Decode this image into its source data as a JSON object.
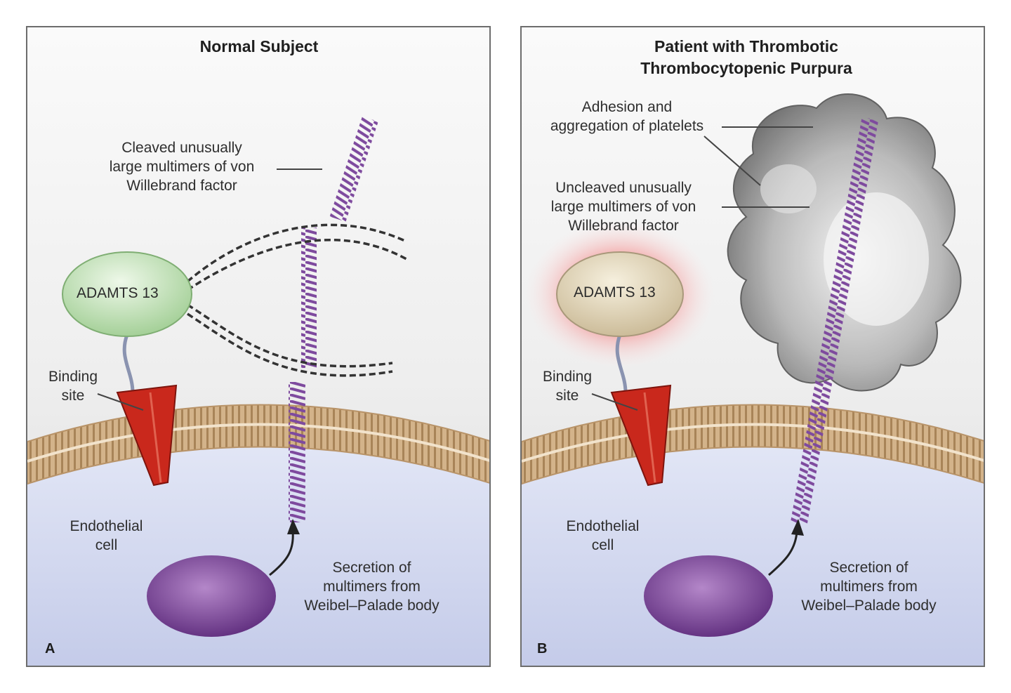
{
  "colors": {
    "membrane_outer": "#c9a87e",
    "membrane_stripe": "#a88458",
    "cytoplasm": "#d6dcf1",
    "vwf_coil": "#7e4a9e",
    "binding_site": "#c9281c",
    "adamts_normal": "#b9dcae",
    "adamts_deficient": "#dcd2b4",
    "weibel_palade": "#6f3a8e",
    "platelets": "#9a9a9a"
  },
  "panel_a": {
    "title": "Normal Subject",
    "letter": "A",
    "cleaved_label": [
      "Cleaved unusually",
      "large multimers of von",
      "Willebrand factor"
    ],
    "enzyme_label": "ADAMTS 13",
    "binding_label": [
      "Binding",
      "site"
    ],
    "cell_label": [
      "Endothelial",
      "cell"
    ],
    "secretion_label": [
      "Secretion of",
      "multimers from",
      "Weibel–Palade body"
    ]
  },
  "panel_b": {
    "title": [
      "Patient with Thrombotic",
      "Thrombocytopenic Purpura"
    ],
    "letter": "B",
    "adhesion_label": [
      "Adhesion and",
      "aggregation of platelets"
    ],
    "uncleaved_label": [
      "Uncleaved unusually",
      "large multimers of von",
      "Willebrand factor"
    ],
    "enzyme_label": "ADAMTS 13",
    "binding_label": [
      "Binding",
      "site"
    ],
    "cell_label": [
      "Endothelial",
      "cell"
    ],
    "secretion_label": [
      "Secretion of",
      "multimers from",
      "Weibel–Palade body"
    ]
  }
}
